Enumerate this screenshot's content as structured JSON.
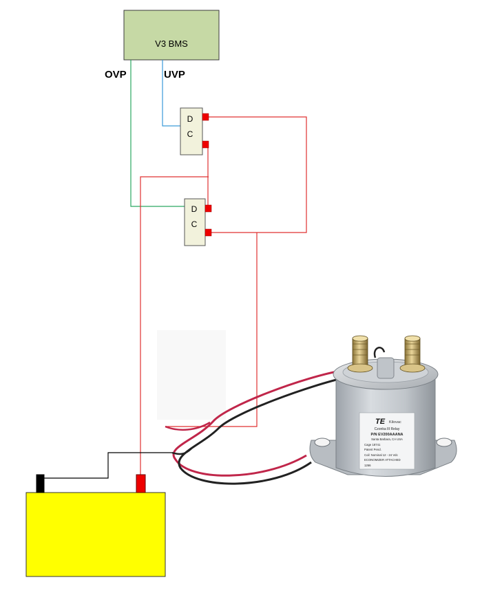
{
  "bms": {
    "label": "V3 BMS",
    "fill": "#c6d9a5",
    "stroke": "#3a3a3a"
  },
  "signals": {
    "ovp": "OVP",
    "uvp": "UVP"
  },
  "relay_upper": {
    "letter_top": "D",
    "letter_bottom": "C"
  },
  "relay_lower": {
    "letter_top": "D",
    "letter_bottom": "C"
  },
  "contactor": {
    "brand": "TE",
    "brand_sub": "Kilovac",
    "lines": [
      "Czonka III Relay",
      "P/N EV200AAANA",
      "Santa Barbara, CA  USA",
      "Cage 18741",
      "Patent Pend.",
      "Coil: Nominal  12 - 24 Vdc",
      "ECONOMIZER ATTACHED",
      "1266"
    ]
  },
  "colors": {
    "wire_red": "#e03030",
    "wire_green": "#2aa860",
    "wire_blue": "#3a9ad8",
    "wire_black": "#000000",
    "battery": "#ffff00",
    "relay_box": "#f2f2dc",
    "terminal": "#ee0000"
  }
}
